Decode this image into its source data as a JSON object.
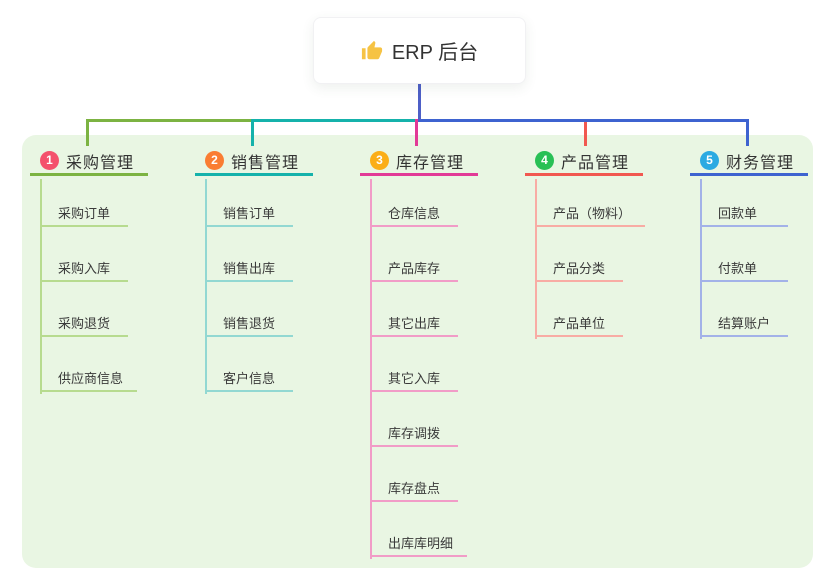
{
  "root": {
    "title": "ERP 后台",
    "icon": "thumbs-up-icon"
  },
  "branches": [
    {
      "index": "1",
      "title": "采购管理",
      "line_color": "#7cb342",
      "light_line_color": "#b7db8f",
      "badge_color": "#f4516c",
      "children": [
        "采购订单",
        "采购入库",
        "采购退货",
        "供应商信息"
      ]
    },
    {
      "index": "2",
      "title": "销售管理",
      "line_color": "#15b2ab",
      "light_line_color": "#92d8d2",
      "badge_color": "#fa7d32",
      "children": [
        "销售订单",
        "销售出库",
        "销售退货",
        "客户信息"
      ]
    },
    {
      "index": "3",
      "title": "库存管理",
      "line_color": "#e23a97",
      "light_line_color": "#f19cc7",
      "badge_color": "#fbae17",
      "children": [
        "仓库信息",
        "产品库存",
        "其它出库",
        "其它入库",
        "库存调拨",
        "库存盘点",
        "出库库明细"
      ]
    },
    {
      "index": "4",
      "title": "产品管理",
      "line_color": "#f15850",
      "light_line_color": "#f8aca4",
      "badge_color": "#28c055",
      "children": [
        "产品（物料）",
        "产品分类",
        "产品单位"
      ]
    },
    {
      "index": "5",
      "title": "财务管理",
      "line_color": "#3e63d0",
      "light_line_color": "#a3b2e8",
      "badge_color": "#2baae2",
      "children": [
        "回款单",
        "付款单",
        "结算账户"
      ]
    }
  ],
  "theme": {
    "page_background": "#ffffff",
    "canvas_background": "#e9f6e3",
    "root_stem_color": "#4d5fc7",
    "root_text_color": "#333333",
    "node_text_color": "#3a3a3a",
    "thumb_icon_color": "#f6c344"
  }
}
